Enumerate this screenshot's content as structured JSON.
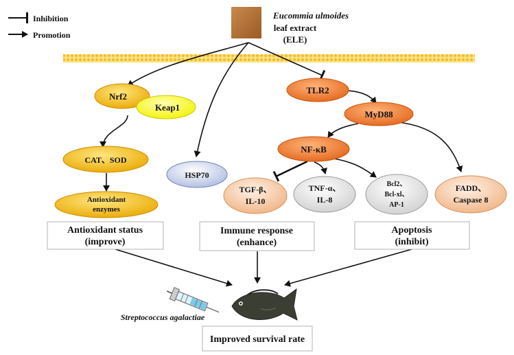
{
  "legend": {
    "inhibition": "Inhibition",
    "promotion": "Promotion"
  },
  "source": {
    "species": "Eucommia ulmoides",
    "line2": "leaf extract",
    "abbr": "(ELE)"
  },
  "nodes": {
    "nrf2": "Nrf2",
    "keap1": "Keap1",
    "cat_sod": "CAT、SOD",
    "antioxidant_1": "Antioxidant",
    "antioxidant_2": "enzymes",
    "hsp70": "HSP70",
    "tlr2": "TLR2",
    "myd88": "MyD88",
    "nfkb": "NF-κB",
    "tgfb_1": "TGF-β、",
    "tgfb_2": "IL-10",
    "tnfa_1": "TNF-α、",
    "tnfa_2": "IL-8",
    "bcl_1": "Bcl2、",
    "bcl_2": "Bcl-xl、",
    "bcl_3": "AP-1",
    "fadd_1": "FADD、",
    "fadd_2": "Caspase 8"
  },
  "outcomes": {
    "antioxidant_1": "Antioxidant status",
    "antioxidant_2": "(improve)",
    "immune_1": "Immune response",
    "immune_2": "(enhance)",
    "apoptosis_1": "Apoptosis",
    "apoptosis_2": "(inhibit)"
  },
  "pathogen": "Streptococcus agalactiae",
  "result": "Improved survival rate",
  "colors": {
    "yellow_node": "#f2b705",
    "light_yellow_node": "#ffff33",
    "orange_node": "#f07a2c",
    "blue_node": "#c9d3ec",
    "peach_node": "#f6c9a6",
    "grey_node": "#e6e6e6",
    "membrane": "#f5d15a",
    "box_border": "#b3b3b3"
  }
}
